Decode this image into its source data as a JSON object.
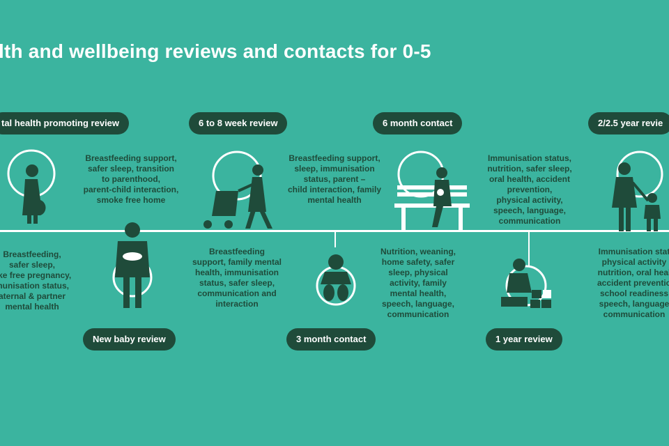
{
  "title": "lth and wellbeing reviews and contacts for 0-5",
  "colors": {
    "background": "#3bb49f",
    "dark": "#1f4b3a",
    "line": "#ffffff"
  },
  "stages": [
    {
      "label": "tal health promoting review",
      "text": "Breastfeeding,\nsafer sleep,\noke free pregnancy,\nmunisation status,\naternal & partner\nmental health",
      "icon": "pregnant-woman-icon"
    },
    {
      "label": "New baby review",
      "text": "Breastfeeding support,\nsafer sleep, transition\nto parenthood,\nparent-child interaction,\nsmoke free home",
      "icon": "parent-holding-baby-icon"
    },
    {
      "label": "6 to 8 week review",
      "text": "Breastfeeding\nsupport, family mental\nhealth, immunisation\nstatus, safer sleep,\ncommunication and\ninteraction",
      "icon": "parent-with-pram-icon"
    },
    {
      "label": "3 month contact",
      "text": "Breastfeeding support,\nsleep, immunisation\nstatus, parent –\nchild interaction, family\nmental health",
      "icon": "sitting-baby-icon"
    },
    {
      "label": "6 month contact",
      "text": "Nutrition, weaning,\nhome safety, safer\nsleep, physical\nactivity, family\nmental health,\nspeech, language,\ncommunication",
      "icon": "parent-on-bench-icon"
    },
    {
      "label": "1 year review",
      "text": "Immunisation status,\nnutrition, safer sleep,\noral health, accident\nprevention,\nphysical activity,\nspeech, language,\ncommunication",
      "icon": "toddler-with-blocks-icon"
    },
    {
      "label": "2/2.5 year revie",
      "text": "Immunisation stat\nphysical activity\nnutrition, oral heal\naccident preventio\nschool readiness\nspeech, language\ncommunication",
      "icon": "parent-and-child-icon"
    }
  ]
}
